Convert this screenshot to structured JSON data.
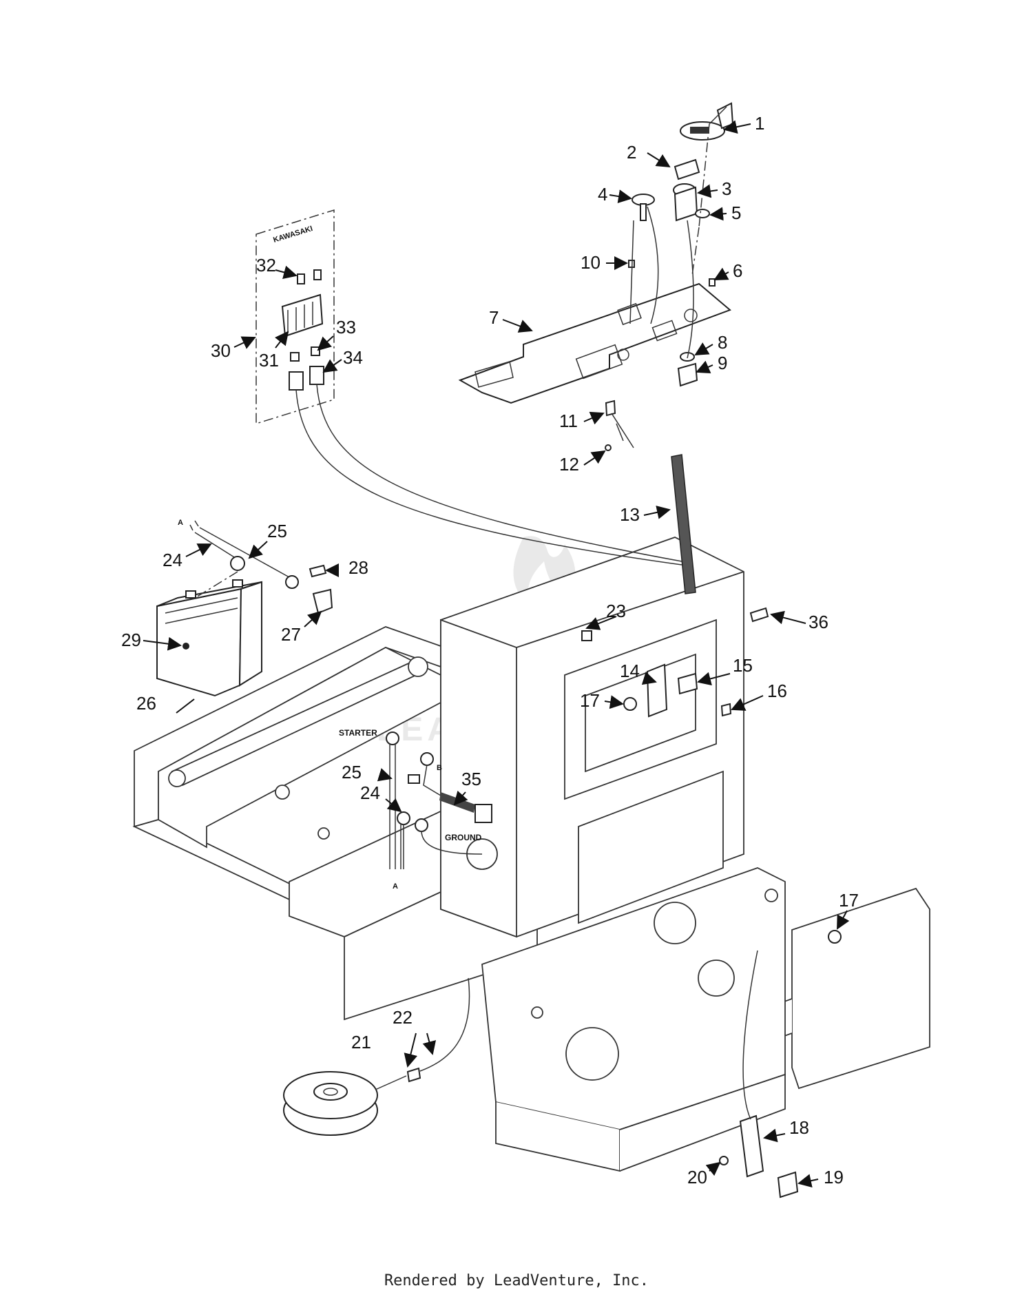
{
  "diagram": {
    "group_label": "KAWASAKI",
    "text_labels": {
      "starter": "STARTER",
      "b": "B",
      "ground": "GROUND",
      "a_top": "A",
      "a_bottom": "A"
    },
    "callouts": [
      "1",
      "2",
      "3",
      "4",
      "5",
      "6",
      "7",
      "8",
      "9",
      "10",
      "11",
      "12",
      "13",
      "14",
      "15",
      "16",
      "17",
      "17",
      "18",
      "19",
      "20",
      "21",
      "22",
      "23",
      "24",
      "24",
      "25",
      "25",
      "26",
      "27",
      "28",
      "29",
      "30",
      "31",
      "32",
      "33",
      "34",
      "35",
      "36"
    ],
    "watermark": "LEADVENTURE"
  },
  "footer": {
    "text": "Rendered by LeadVenture, Inc."
  }
}
